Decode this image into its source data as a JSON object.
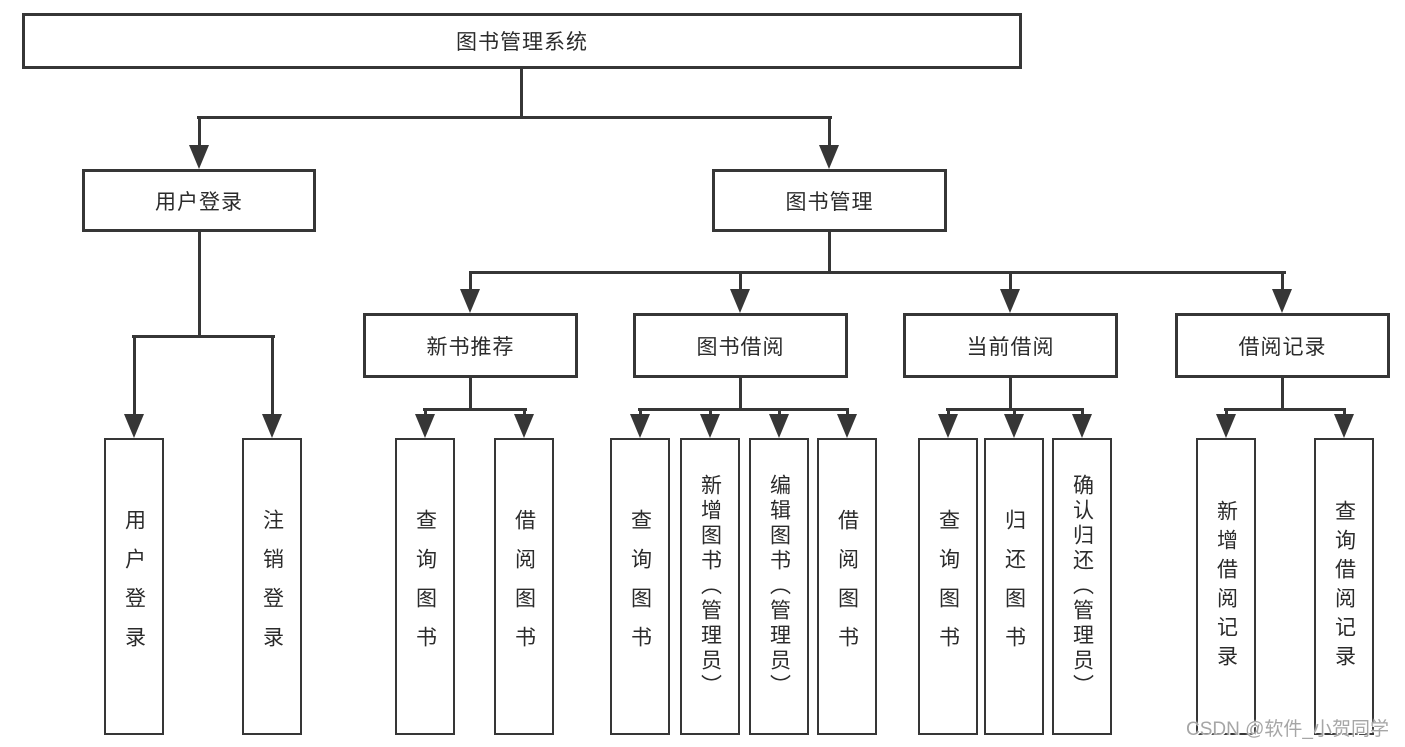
{
  "diagram": {
    "title": "图书管理系统",
    "level2": {
      "user_login": "用户登录",
      "book_mgmt": "图书管理"
    },
    "level3": {
      "new_books": "新书推荐",
      "borrow": "图书借阅",
      "current": "当前借阅",
      "records": "借阅记录"
    },
    "leaves": {
      "user_login": [
        "用户登录",
        "注销登录"
      ],
      "new_books": [
        "查询图书",
        "借阅图书"
      ],
      "borrow": [
        "查询图书",
        "新增图书（管理员）",
        "编辑图书（管理员）",
        "借阅图书"
      ],
      "current": [
        "查询图书",
        "归还图书",
        "确认归还（管理员）"
      ],
      "records": [
        "新增借阅记录",
        "查询借阅记录"
      ]
    }
  },
  "watermark": "CSDN @软件_小贺同学",
  "colors": {
    "line": "#363636",
    "text": "#2b2b2b",
    "wm": "#a6a6a6",
    "bg": "#ffffff"
  }
}
